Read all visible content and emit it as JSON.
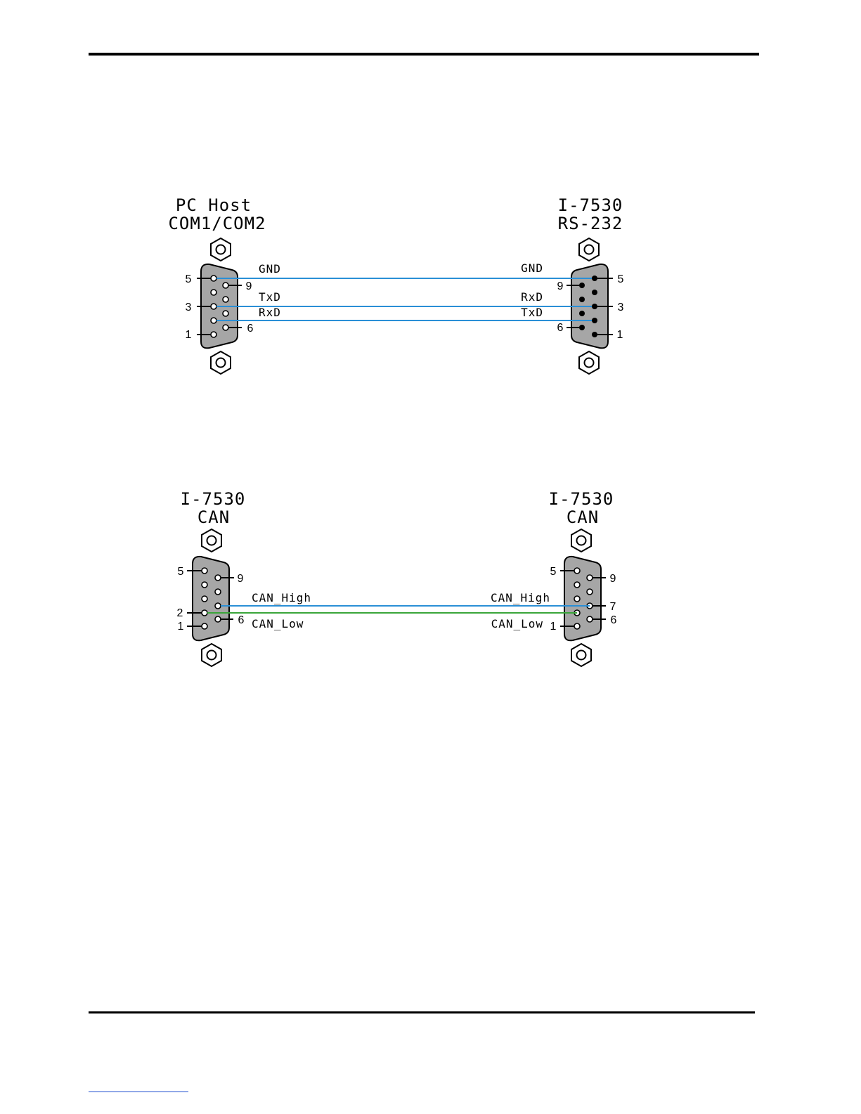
{
  "diagram1": {
    "left_title": [
      "PC Host",
      "COM1/COM2"
    ],
    "right_title": [
      "I-7530",
      "RS-232"
    ],
    "left_labels": [
      "GND",
      "TxD",
      "RxD"
    ],
    "right_labels": [
      "GND",
      "RxD",
      "TxD"
    ],
    "left_pins": [
      "5",
      "9",
      "3",
      "1",
      "6"
    ],
    "right_pins": [
      "5",
      "9",
      "3",
      "6",
      "1"
    ]
  },
  "diagram2": {
    "left_title": [
      "I-7530",
      "CAN"
    ],
    "right_title": [
      "I-7530",
      "CAN"
    ],
    "left_labels": [
      "CAN_High",
      "CAN_Low"
    ],
    "right_labels": [
      "CAN_High",
      "CAN_Low"
    ],
    "left_pins": [
      "5",
      "9",
      "2",
      "1",
      "6"
    ],
    "right_pins": [
      "5",
      "9",
      "7",
      "6",
      "1"
    ]
  },
  "colors": {
    "wire_blue": "#2a8fd6",
    "wire_green": "#3aa53a",
    "connector_fill": "#a6a6a6"
  }
}
